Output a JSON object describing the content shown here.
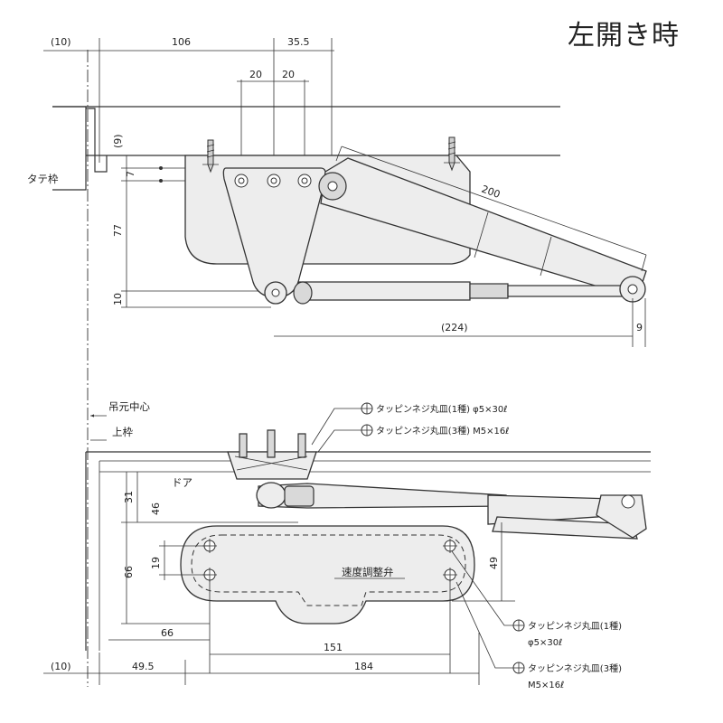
{
  "title": "左開き時",
  "top_view": {
    "dims": {
      "d10_left": "(10)",
      "d106": "106",
      "d35_5": "35.5",
      "d20_a": "20",
      "d20_b": "20",
      "d9_paren": "(9)",
      "d7": "7",
      "d77": "77",
      "d10": "10",
      "d200": "200",
      "d224": "(224)",
      "d9": "9"
    },
    "label_frame": "タテ枠"
  },
  "bottom_view": {
    "label_pivot_center": "吊元中心",
    "label_top_frame": "上枠",
    "label_door": "ドア",
    "label_speed_valve": "速度調整弁",
    "screw_top_1": "タッピンネジ丸皿(1種) φ5×30ℓ",
    "screw_top_3": "タッピンネジ丸皿(3種) M5×16ℓ",
    "screw_bot_1_a": "タッピンネジ丸皿(1種)",
    "screw_bot_1_b": "φ5×30ℓ",
    "screw_bot_3_a": "タッピンネジ丸皿(3種)",
    "screw_bot_3_b": "M5×16ℓ",
    "dims": {
      "d31": "31",
      "d46": "46",
      "d19": "19",
      "d66_v": "66",
      "d49": "49",
      "d66_h": "66",
      "d151": "151",
      "d10_left": "(10)",
      "d49_5": "49.5",
      "d184": "184"
    }
  }
}
